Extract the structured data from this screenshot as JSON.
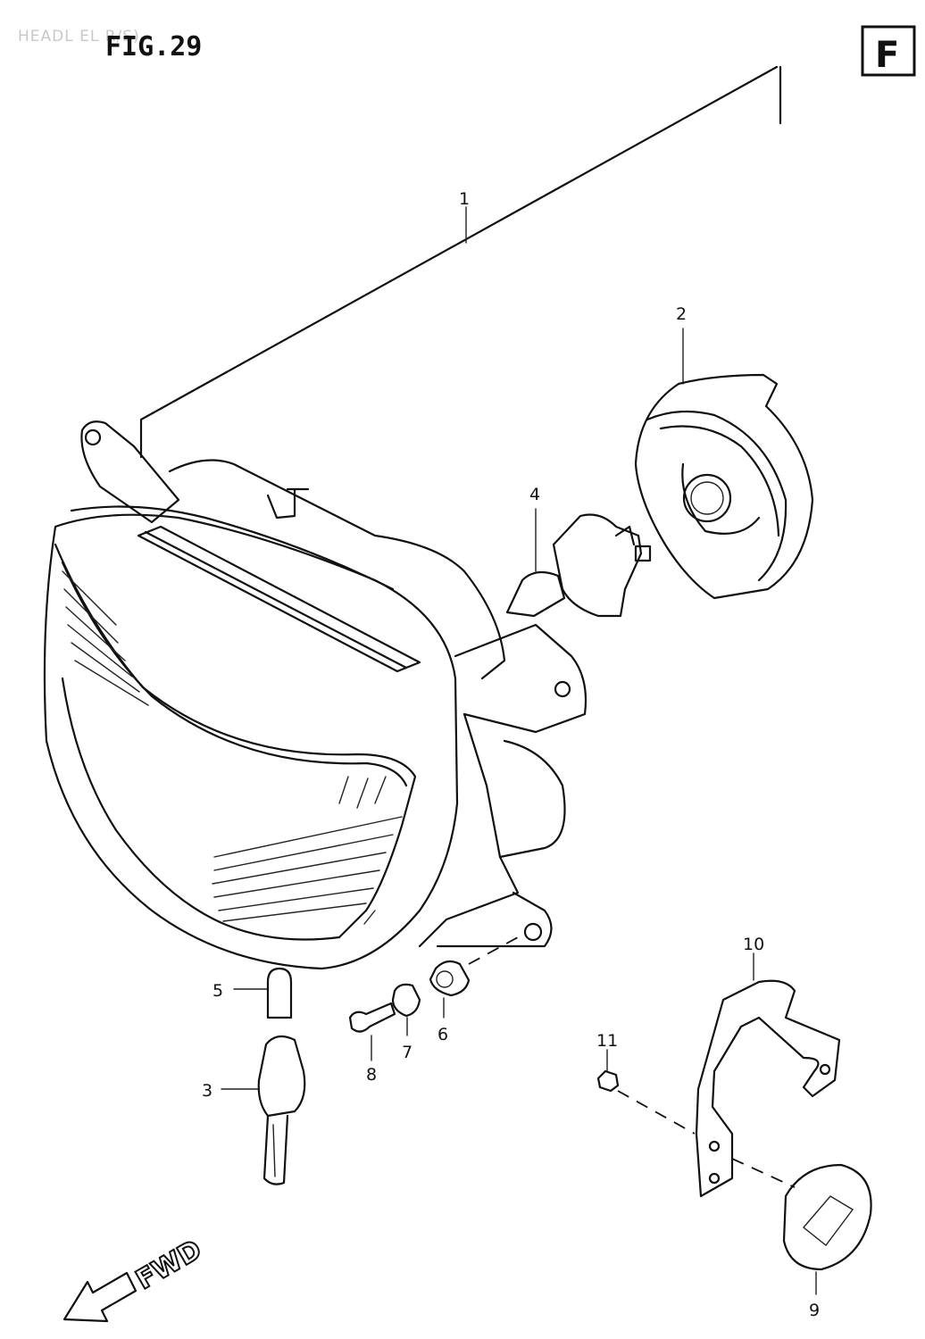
{
  "header": {
    "faint_title": "HEADL         EL R/S)",
    "figure_label": "FIG.29",
    "section_badge": "F"
  },
  "direction_label": "FWD",
  "callouts": {
    "c1": "1",
    "c2": "2",
    "c3": "3",
    "c4": "4",
    "c5": "5",
    "c6": "6",
    "c7": "7",
    "c8": "8",
    "c9": "9",
    "c10": "10",
    "c11": "11"
  }
}
